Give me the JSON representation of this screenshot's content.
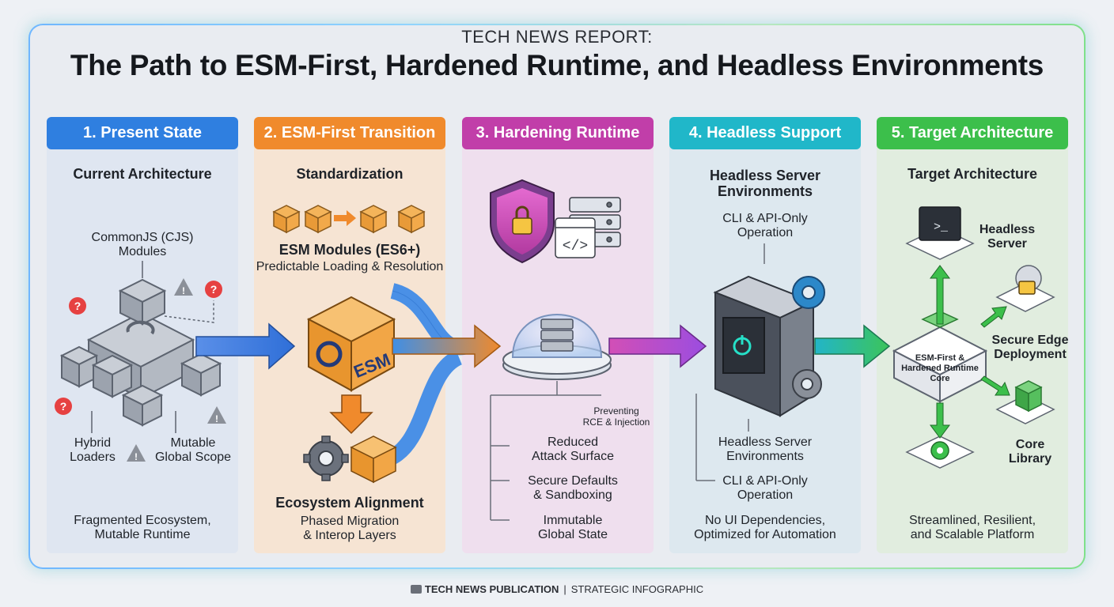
{
  "header": {
    "kicker": "TECH NEWS REPORT:",
    "title": "The Path to ESM-First, Hardened Runtime, and Headless Environments"
  },
  "columns": [
    {
      "header": "1. Present State",
      "subtitle": "Current Architecture",
      "label_top_1": "CommonJS (CJS)",
      "label_top_2": "Modules",
      "label_left_1": "Hybrid",
      "label_left_2": "Loaders",
      "label_right_1": "Mutable",
      "label_right_2": "Global Scope",
      "footer_1": "Fragmented Ecosystem,",
      "footer_2": "Mutable Runtime"
    },
    {
      "header": "2. ESM-First Transition",
      "subtitle": "Standardization",
      "mod_title": "ESM Modules (ES6+)",
      "mod_sub": "Predictable Loading & Resolution",
      "box_label": "ESM",
      "eco_title": "Ecosystem Alignment",
      "eco_1": "Phased Migration",
      "eco_2": "& Interop Layers"
    },
    {
      "header": "3. Hardening Runtime",
      "prev_1": "Preventing",
      "prev_2": "RCE & Injection",
      "item1_1": "Reduced",
      "item1_2": "Attack Surface",
      "item2_1": "Secure Defaults",
      "item2_2": "& Sandboxing",
      "item3_1": "Immutable",
      "item3_2": "Global State"
    },
    {
      "header": "4. Headless Support",
      "subtitle_1": "Headless Server",
      "subtitle_2": "Environments",
      "top_1": "CLI & API-Only",
      "top_2": "Operation",
      "mid_1": "Headless Server",
      "mid_2": "Environments",
      "low_1": "CLI & API-Only",
      "low_2": "Operation",
      "footer_1": "No UI Dependencies,",
      "footer_2": "Optimized for Automation"
    },
    {
      "header": "5. Target Architecture",
      "subtitle": "Target Architecture",
      "server_1": "Headless",
      "server_2": "Server",
      "core_1": "ESM-First &",
      "core_2": "Hardened Runtime",
      "core_3": "Core",
      "edge_1": "Secure Edge",
      "edge_2": "Deployment",
      "lib_1": "Core",
      "lib_2": "Library",
      "footer_1": "Streamlined, Resilient,",
      "footer_2": "and Scalable Platform"
    }
  ],
  "footer": {
    "brand": "TECH NEWS PUBLICATION",
    "separator": "|",
    "tag": "STRATEGIC INFOGRAPHIC"
  },
  "colors": {
    "present": "#2f7fe0",
    "esm": "#f08a2c",
    "hardening": "#c13ea9",
    "headless": "#20b7c9",
    "target": "#3cbf4b"
  }
}
